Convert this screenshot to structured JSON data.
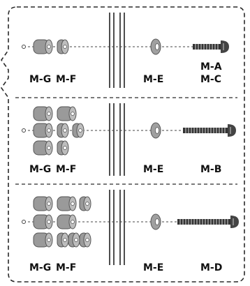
{
  "colors": {
    "border": "#2a2a2a",
    "spacer": "#9a9a9a",
    "spacer_edge": "#555555",
    "screw": "#333333",
    "wall": "#222222",
    "label": "#111111"
  },
  "rows": [
    {
      "spacer_label_g": "M-G",
      "spacer_label_f": "M-F",
      "washer_label": "M-E",
      "screw_label_line1": "M-A",
      "screw_label_line2": "M-C"
    },
    {
      "spacer_label_g": "M-G",
      "spacer_label_f": "M-F",
      "washer_label": "M-E",
      "screw_label_line1": "M-B"
    },
    {
      "spacer_label_g": "M-G",
      "spacer_label_f": "M-F",
      "washer_label": "M-E",
      "screw_label_line1": "M-D"
    }
  ]
}
